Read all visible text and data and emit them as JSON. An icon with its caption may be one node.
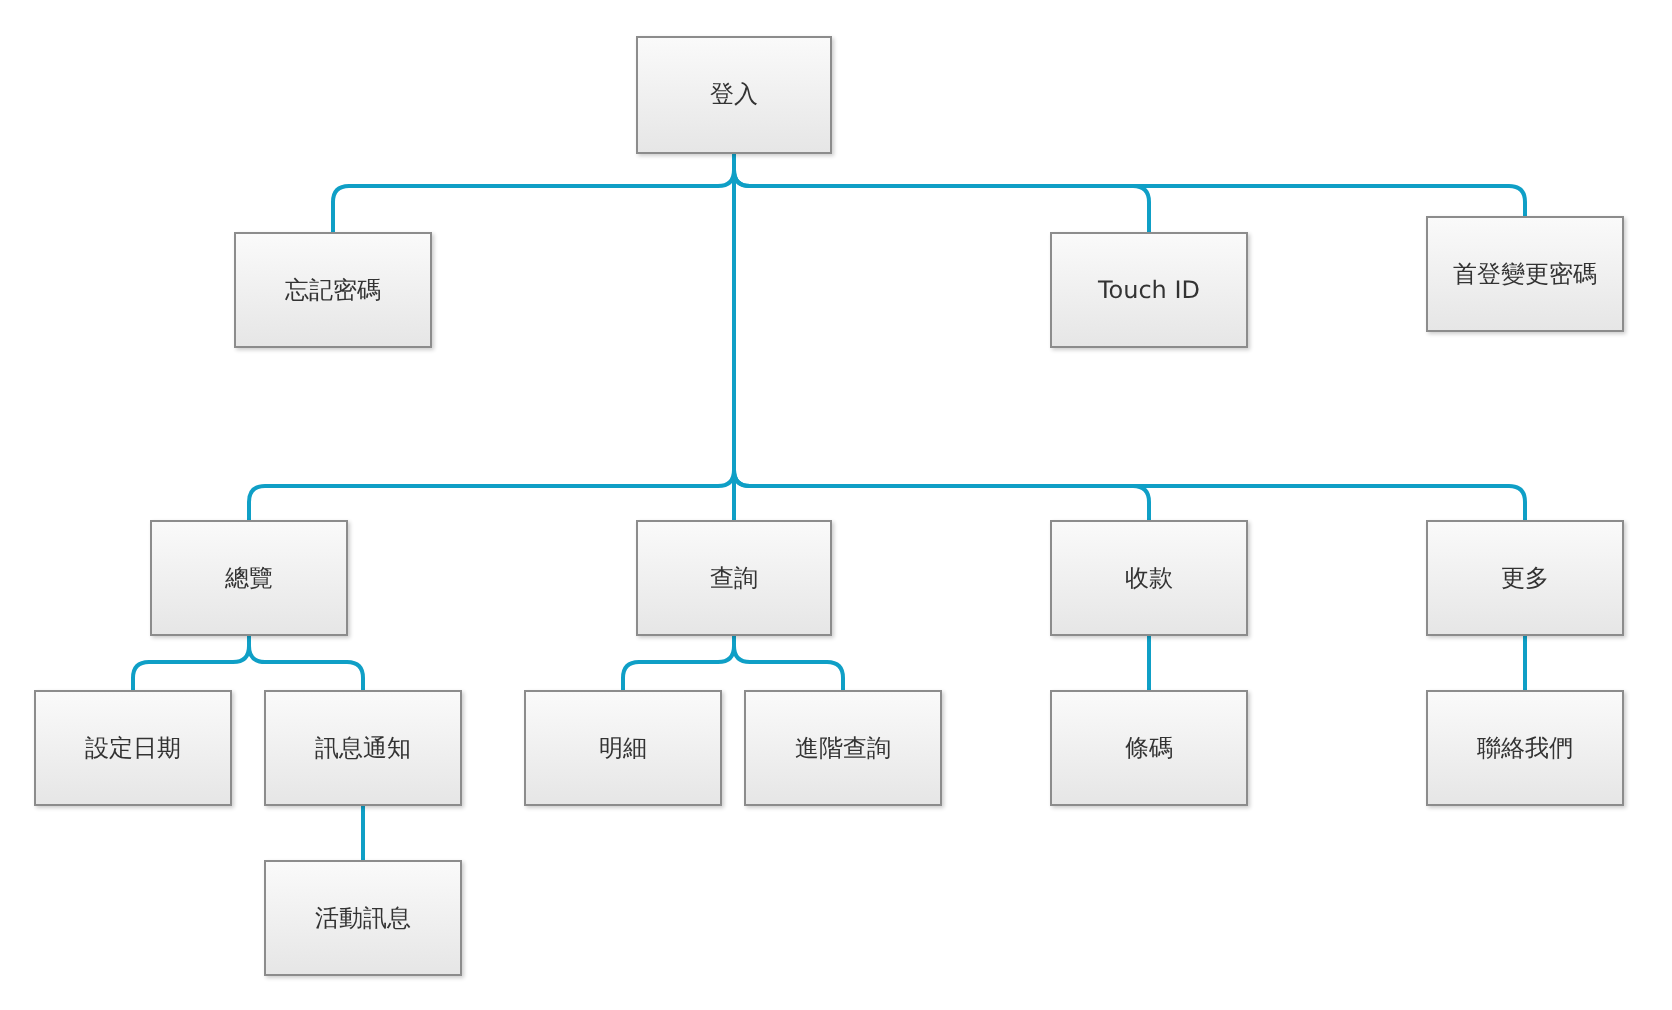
{
  "diagram": {
    "nodes": [
      {
        "text": [
          "登入"
        ]
      },
      {
        "text": [
          "忘記密碼"
        ]
      },
      {
        "text": [
          "Touch ID"
        ]
      },
      {
        "text": [
          "首登變更密碼"
        ]
      },
      {
        "text": [
          "總覽"
        ]
      },
      {
        "text": [
          "查詢"
        ]
      },
      {
        "text": [
          "收款"
        ]
      },
      {
        "text": [
          "更多"
        ]
      },
      {
        "text": [
          "設定日期"
        ]
      },
      {
        "text": [
          "訊息通知"
        ]
      },
      {
        "text": [
          "明細"
        ]
      },
      {
        "text": [
          "進階查詢"
        ]
      },
      {
        "text": [
          "條碼"
        ]
      },
      {
        "text": [
          "聯絡我們"
        ]
      },
      {
        "text": [
          "活動訊息"
        ]
      }
    ],
    "edges": [
      {
        "from": 0,
        "to": 1,
        "arrow": "none"
      },
      {
        "from": 0,
        "to": 2,
        "arrow": "none"
      },
      {
        "from": 0,
        "to": 3,
        "arrow": "none"
      },
      {
        "from": 0,
        "to": 4,
        "arrow": "none"
      },
      {
        "from": 0,
        "to": 5,
        "arrow": "none"
      },
      {
        "from": 0,
        "to": 6,
        "arrow": "none"
      },
      {
        "from": 0,
        "to": 7,
        "arrow": "none"
      },
      {
        "from": 4,
        "to": 8,
        "arrow": "none"
      },
      {
        "from": 4,
        "to": 9,
        "arrow": "none"
      },
      {
        "from": 5,
        "to": 10,
        "arrow": "none"
      },
      {
        "from": 5,
        "to": 11,
        "arrow": "none"
      },
      {
        "from": 6,
        "to": 12,
        "arrow": "none"
      },
      {
        "from": 7,
        "to": 13,
        "arrow": "none"
      },
      {
        "from": 9,
        "to": 14,
        "arrow": "none"
      }
    ]
  }
}
